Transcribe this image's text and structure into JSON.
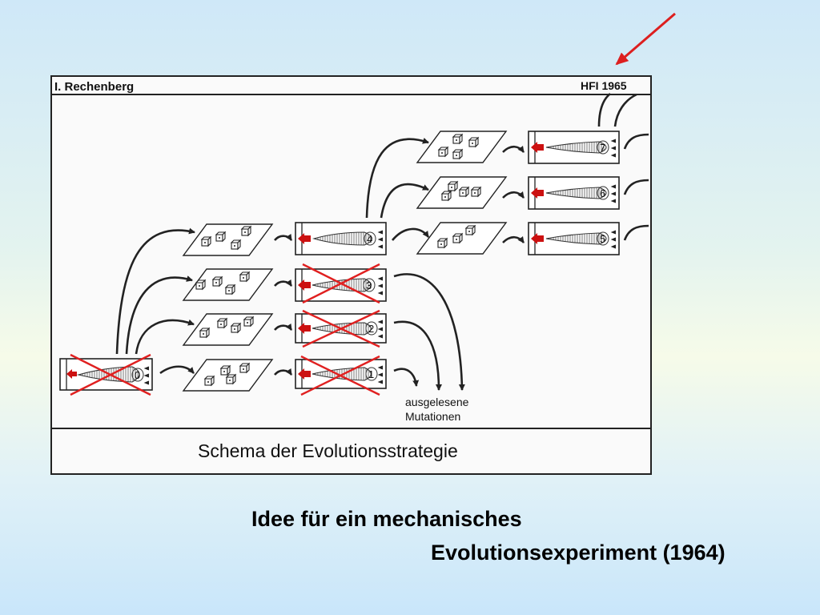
{
  "header": {
    "author": "I. Rechenberg",
    "place_year": "HFI 1965"
  },
  "footer": {
    "title": "Schema der Evolutionsstrategie"
  },
  "note": {
    "line1": "ausgelesene",
    "line2": "Mutationen"
  },
  "models": [
    {
      "label": "0",
      "rejected": true
    },
    {
      "label": "1",
      "rejected": true
    },
    {
      "label": "2",
      "rejected": true
    },
    {
      "label": "3",
      "rejected": true
    },
    {
      "label": "4",
      "rejected": false
    },
    {
      "label": "5",
      "rejected": false
    },
    {
      "label": "6",
      "rejected": false
    },
    {
      "label": "7",
      "rejected": false
    }
  ],
  "caption": {
    "line1": "Idee für ein mechanisches",
    "line2": "Evolutionsexperiment (1964)"
  },
  "colors": {
    "cross": "#e02020",
    "flow_arrow": "#cc1111",
    "pointer_arrow": "#dd1f1f",
    "ink": "#2a2a2a"
  }
}
